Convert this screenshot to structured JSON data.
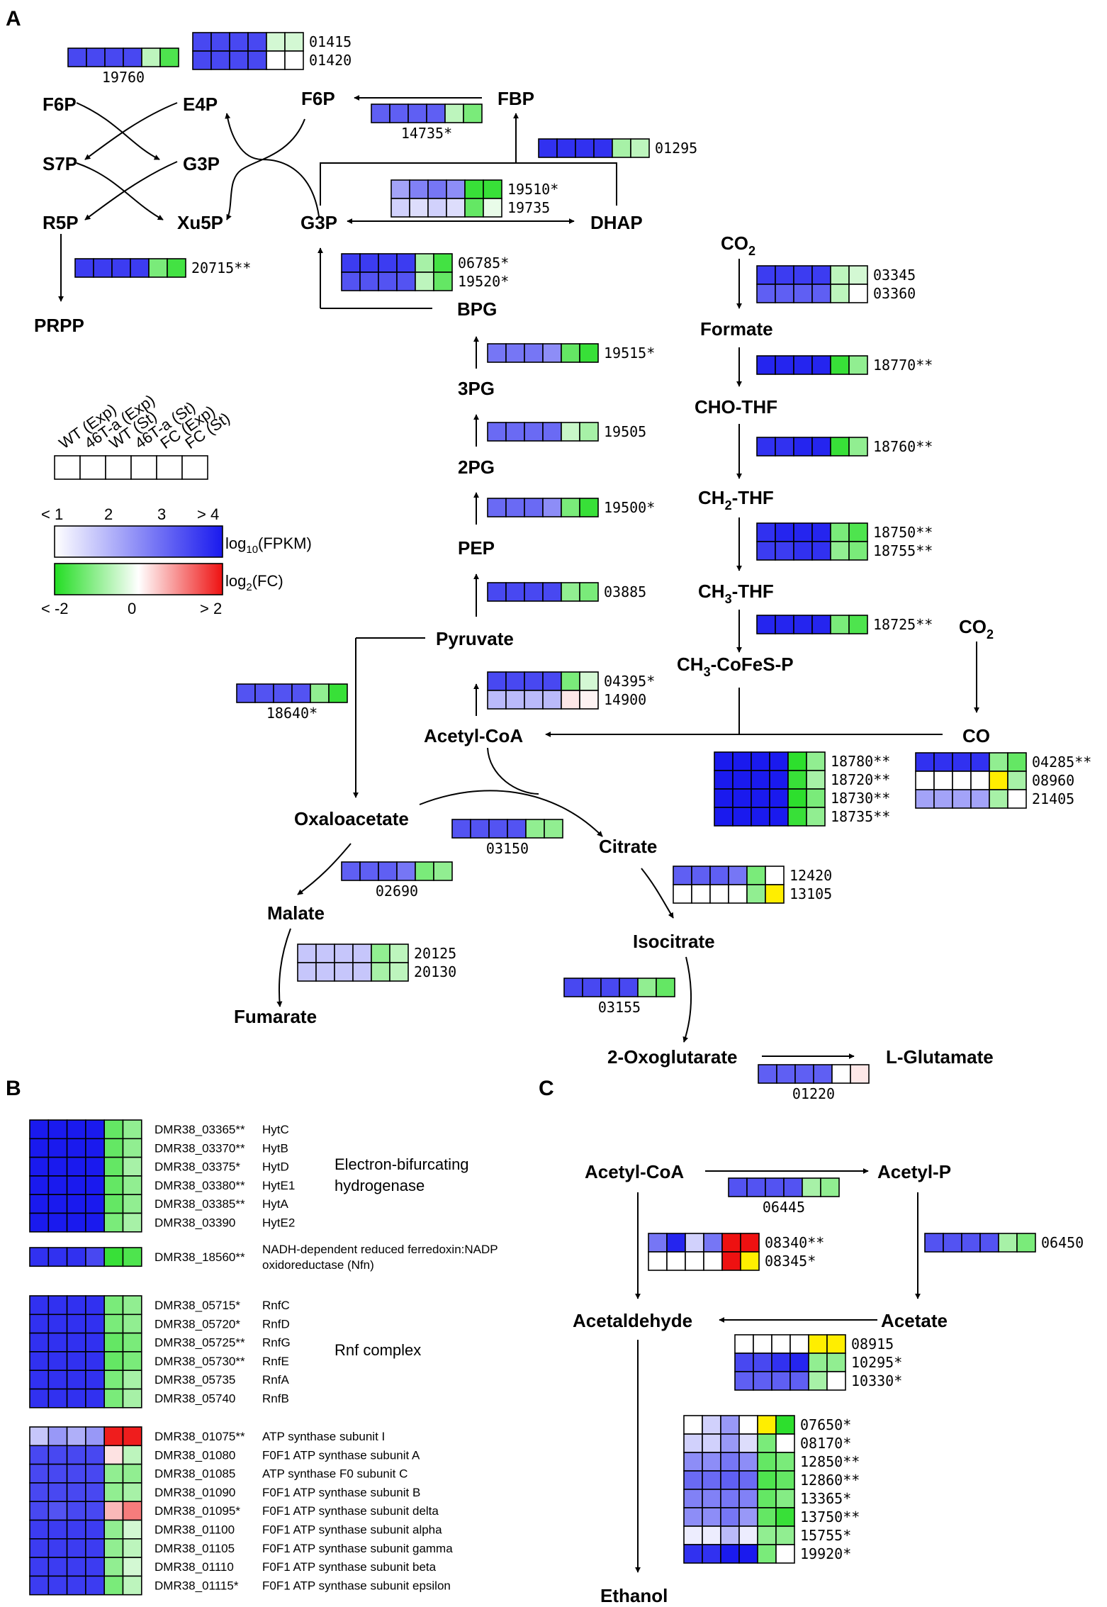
{
  "colors": {
    "fpkm_low": "#ffffff",
    "fpkm_high": "#1a1aee",
    "fc_low": "#22dd22",
    "fc_mid": "#ffffff",
    "fc_high": "#ee1111",
    "highlight": "#ffee00"
  },
  "panels": {
    "a": "A",
    "b": "B",
    "c": "C"
  },
  "metabolites": {
    "f6p_left": "F6P",
    "e4p": "E4P",
    "f6p_right": "F6P",
    "fbp": "FBP",
    "s7p": "S7P",
    "g3p_mid": "G3P",
    "r5p": "R5P",
    "xu5p": "Xu5P",
    "g3p": "G3P",
    "dhap": "DHAP",
    "prpp": "PRPP",
    "bpg": "BPG",
    "pg3": "3PG",
    "pg2": "2PG",
    "pep": "PEP",
    "pyruvate": "Pyruvate",
    "acetyl_coa": "Acetyl-CoA",
    "oxaloacetate": "Oxaloacetate",
    "citrate": "Citrate",
    "malate": "Malate",
    "isocitrate": "Isocitrate",
    "fumarate": "Fumarate",
    "oxoglutarate": "2-Oxoglutarate",
    "glutamate": "L-Glutamate",
    "formate": "Formate",
    "cho_thf": "CHO-THF",
    "co": "CO",
    "c_acetyl_coa": "Acetyl-CoA",
    "c_acetyl_p": "Acetyl-P",
    "c_acetaldehyde": "Acetaldehyde",
    "c_acetate": "Acetate",
    "c_ethanol": "Ethanol"
  },
  "formula_labels": {
    "co2_a": {
      "main": "CO",
      "sub": "2"
    },
    "co2_b": {
      "main": "CO",
      "sub": "2"
    },
    "ch2_thf": {
      "pre": "CH",
      "sub": "2",
      "post": "-THF"
    },
    "ch3_thf": {
      "pre": "CH",
      "sub": "3",
      "post": "-THF"
    },
    "ch3_cofes": {
      "pre": "CH",
      "sub": "3",
      "post": "-CoFeS-P"
    }
  },
  "legend": {
    "columns": [
      "WT (Exp)",
      "46T-a (Exp)",
      "WT (St)",
      "46T-a (St)",
      "FC (Exp)",
      "FC (St)"
    ],
    "fpkm_ticks": [
      "< 1",
      "2",
      "3",
      "> 4"
    ],
    "fpkm_label": {
      "pre": "log",
      "sub": "10",
      "post": "(FPKM)"
    },
    "fc_label": {
      "pre": "log",
      "sub": "2",
      "post": "(FC)"
    },
    "fc_ticks": [
      "< -2",
      "0",
      "> 2"
    ]
  },
  "heatmaps_a": [
    {
      "id": "g19760",
      "rows": [
        [
          0.8,
          0.8,
          0.8,
          0.8,
          -0.3,
          -0.8
        ]
      ],
      "labels": [
        "19760"
      ]
    },
    {
      "id": "g01415",
      "rows": [
        [
          0.8,
          0.8,
          0.8,
          0.8,
          -0.2,
          -0.2
        ],
        [
          0.8,
          0.8,
          0.8,
          0.8,
          0,
          0
        ]
      ],
      "labels": [
        "01415",
        "01420"
      ]
    },
    {
      "id": "g14735",
      "rows": [
        [
          0.7,
          0.7,
          0.7,
          0.7,
          -0.3,
          -0.6
        ]
      ],
      "labels": [
        "14735*"
      ]
    },
    {
      "id": "g01295",
      "rows": [
        [
          0.9,
          0.9,
          0.9,
          0.9,
          -0.4,
          -0.3
        ]
      ],
      "labels": [
        "01295"
      ]
    },
    {
      "id": "g19510",
      "rows": [
        [
          0.4,
          0.55,
          0.6,
          0.5,
          -0.9,
          -0.9
        ],
        [
          0.2,
          0.15,
          0.2,
          0.15,
          -0.7,
          -0.1
        ]
      ],
      "labels": [
        "19510*",
        "19735"
      ]
    },
    {
      "id": "g20715",
      "rows": [
        [
          0.85,
          0.85,
          0.85,
          0.85,
          -0.6,
          -0.85
        ]
      ],
      "labels": [
        "20715**"
      ]
    },
    {
      "id": "g06785",
      "rows": [
        [
          0.85,
          0.85,
          0.85,
          0.85,
          -0.4,
          -0.85
        ],
        [
          0.75,
          0.75,
          0.75,
          0.75,
          -0.3,
          -0.7
        ]
      ],
      "labels": [
        "06785*",
        "19520*"
      ]
    },
    {
      "id": "g03345",
      "rows": [
        [
          0.85,
          0.85,
          0.85,
          0.85,
          -0.3,
          -0.2
        ],
        [
          0.7,
          0.7,
          0.7,
          0.7,
          -0.3,
          0
        ]
      ],
      "labels": [
        "03345",
        "03360"
      ]
    },
    {
      "id": "g19515",
      "rows": [
        [
          0.6,
          0.6,
          0.6,
          0.5,
          -0.7,
          -0.9
        ]
      ],
      "labels": [
        "19515*"
      ]
    },
    {
      "id": "g18770",
      "rows": [
        [
          0.95,
          0.95,
          0.95,
          0.95,
          -0.9,
          -0.5
        ]
      ],
      "labels": [
        "18770**"
      ]
    },
    {
      "id": "g19505",
      "rows": [
        [
          0.65,
          0.65,
          0.65,
          0.65,
          -0.25,
          -0.4
        ]
      ],
      "labels": [
        "19505"
      ]
    },
    {
      "id": "g18760",
      "rows": [
        [
          0.9,
          0.9,
          0.95,
          0.95,
          -0.9,
          -0.5
        ]
      ],
      "labels": [
        "18760**"
      ]
    },
    {
      "id": "g19500",
      "rows": [
        [
          0.65,
          0.65,
          0.65,
          0.5,
          -0.6,
          -0.9
        ]
      ],
      "labels": [
        "19500*"
      ]
    },
    {
      "id": "g18750",
      "rows": [
        [
          0.9,
          0.95,
          0.95,
          0.95,
          -0.6,
          -0.8
        ],
        [
          0.85,
          0.85,
          0.9,
          0.9,
          -0.5,
          -0.6
        ]
      ],
      "labels": [
        "18750**",
        "18755**"
      ]
    },
    {
      "id": "g03885",
      "rows": [
        [
          0.8,
          0.8,
          0.8,
          0.8,
          -0.5,
          -0.6
        ]
      ],
      "labels": [
        "03885"
      ]
    },
    {
      "id": "g18725",
      "rows": [
        [
          0.95,
          0.95,
          0.95,
          0.95,
          -0.6,
          -0.8
        ]
      ],
      "labels": [
        "18725**"
      ]
    },
    {
      "id": "g18640",
      "rows": [
        [
          0.75,
          0.75,
          0.75,
          0.75,
          -0.5,
          -0.9
        ]
      ],
      "labels": [
        "18640*"
      ]
    },
    {
      "id": "g04395",
      "rows": [
        [
          0.8,
          0.8,
          0.8,
          0.8,
          -0.6,
          -0.2
        ],
        [
          0.3,
          0.3,
          0.3,
          0.3,
          0.1,
          0.05
        ]
      ],
      "labels": [
        "04395*",
        "14900"
      ]
    },
    {
      "id": "g18780",
      "rows": [
        [
          1,
          1,
          1,
          1,
          -0.95,
          -0.5
        ],
        [
          1,
          1,
          1,
          1,
          -0.9,
          -0.4
        ],
        [
          1,
          1,
          1,
          1,
          -0.95,
          -0.6
        ],
        [
          1,
          1,
          1,
          1,
          -0.9,
          -0.5
        ]
      ],
      "labels": [
        "18780**",
        "18720**",
        "18730**",
        "18735**"
      ]
    },
    {
      "id": "g04285",
      "rows": [
        [
          0.9,
          0.9,
          0.9,
          0.9,
          -0.5,
          -0.7
        ],
        [
          0,
          0,
          0,
          0,
          "y",
          -0.4
        ],
        [
          0.4,
          0.4,
          0.4,
          0.4,
          -0.4,
          0
        ]
      ],
      "labels": [
        "04285**",
        "08960",
        "21405"
      ]
    },
    {
      "id": "g03150",
      "rows": [
        [
          0.75,
          0.75,
          0.75,
          0.75,
          -0.5,
          -0.5
        ]
      ],
      "labels": [
        "03150"
      ]
    },
    {
      "id": "g02690",
      "rows": [
        [
          0.7,
          0.7,
          0.7,
          0.6,
          -0.6,
          -0.5
        ]
      ],
      "labels": [
        "02690"
      ]
    },
    {
      "id": "g12420",
      "rows": [
        [
          0.7,
          0.7,
          0.7,
          0.6,
          -0.6,
          0
        ],
        [
          0,
          0,
          0,
          0,
          -0.5,
          "y"
        ]
      ],
      "labels": [
        "12420",
        "13105"
      ]
    },
    {
      "id": "g20125",
      "rows": [
        [
          0.25,
          0.25,
          0.25,
          0.25,
          -0.5,
          -0.3
        ],
        [
          0.25,
          0.25,
          0.25,
          0.25,
          -0.4,
          -0.3
        ]
      ],
      "labels": [
        "20125",
        "20130"
      ]
    },
    {
      "id": "g03155",
      "rows": [
        [
          0.8,
          0.8,
          0.8,
          0.8,
          -0.5,
          -0.7
        ]
      ],
      "labels": [
        "03155"
      ]
    },
    {
      "id": "g01220",
      "rows": [
        [
          0.7,
          0.7,
          0.7,
          0.7,
          0,
          0.1
        ]
      ],
      "labels": [
        "01220"
      ]
    }
  ],
  "panel_b": {
    "groups": [
      {
        "name": "Electron-bifurcating hydrogenase",
        "name_lines": [
          "Electron-bifurcating",
          "hydrogenase"
        ],
        "rows": [
          {
            "id": "DMR38_03365**",
            "gene": "HytC",
            "values": [
              1,
              1,
              1,
              1,
              -0.7,
              -0.5
            ]
          },
          {
            "id": "DMR38_03370**",
            "gene": "HytB",
            "values": [
              1,
              1,
              1,
              1,
              -0.7,
              -0.5
            ]
          },
          {
            "id": "DMR38_03375*",
            "gene": "HytD",
            "values": [
              1,
              1,
              1,
              1,
              -0.7,
              -0.4
            ]
          },
          {
            "id": "DMR38_03380**",
            "gene": "HytE1",
            "values": [
              1,
              1,
              1,
              1,
              -0.7,
              -0.5
            ]
          },
          {
            "id": "DMR38_03385**",
            "gene": "HytA",
            "values": [
              1,
              1,
              1,
              1,
              -0.7,
              -0.5
            ]
          },
          {
            "id": "DMR38_03390",
            "gene": "HytE2",
            "values": [
              1,
              1,
              1,
              1,
              -0.6,
              -0.4
            ]
          }
        ]
      },
      {
        "name": "NADH-dependent reduced ferredoxin:NADP oxidoreductase (Nfn)",
        "name_lines": [],
        "rows": [
          {
            "id": "DMR38_18560**",
            "gene": "NADH-dependent reduced ferredoxin:NADP oxidoreductase (Nfn)",
            "values": [
              0.9,
              0.9,
              0.9,
              0.8,
              -0.9,
              -0.8
            ]
          }
        ]
      },
      {
        "name": "Rnf complex",
        "name_lines": [
          "Rnf complex"
        ],
        "rows": [
          {
            "id": "DMR38_05715*",
            "gene": "RnfC",
            "values": [
              0.9,
              0.9,
              0.9,
              0.9,
              -0.6,
              -0.5
            ]
          },
          {
            "id": "DMR38_05720*",
            "gene": "RnfD",
            "values": [
              0.9,
              0.9,
              0.9,
              0.9,
              -0.6,
              -0.5
            ]
          },
          {
            "id": "DMR38_05725**",
            "gene": "RnfG",
            "values": [
              0.9,
              0.9,
              0.9,
              0.9,
              -0.7,
              -0.6
            ]
          },
          {
            "id": "DMR38_05730**",
            "gene": "RnfE",
            "values": [
              0.9,
              0.9,
              0.9,
              0.9,
              -0.7,
              -0.6
            ]
          },
          {
            "id": "DMR38_05735",
            "gene": "RnfA",
            "values": [
              0.9,
              0.9,
              0.9,
              0.9,
              -0.6,
              -0.4
            ]
          },
          {
            "id": "DMR38_05740",
            "gene": "RnfB",
            "values": [
              0.9,
              0.9,
              0.9,
              0.9,
              -0.6,
              -0.4
            ]
          }
        ]
      },
      {
        "name": "",
        "name_lines": [],
        "rows": [
          {
            "id": "DMR38_01075**",
            "gene": "ATP synthase subunit I",
            "values": [
              0.25,
              0.45,
              0.35,
              0.45,
              0.95,
              0.95
            ]
          },
          {
            "id": "DMR38_01080",
            "gene": "F0F1 ATP synthase subunit A",
            "values": [
              0.8,
              0.8,
              0.8,
              0.8,
              0.12,
              -0.3
            ]
          },
          {
            "id": "DMR38_01085",
            "gene": "ATP synthase F0 subunit C",
            "values": [
              0.8,
              0.8,
              0.8,
              0.8,
              -0.5,
              -0.5
            ]
          },
          {
            "id": "DMR38_01090",
            "gene": "F0F1 ATP synthase subunit B",
            "values": [
              0.8,
              0.8,
              0.8,
              0.8,
              -0.5,
              -0.4
            ]
          },
          {
            "id": "DMR38_01095*",
            "gene": "F0F1 ATP synthase subunit delta",
            "values": [
              0.8,
              0.75,
              0.8,
              0.8,
              0.3,
              0.55
            ]
          },
          {
            "id": "DMR38_01100",
            "gene": "F0F1 ATP synthase subunit alpha",
            "values": [
              0.85,
              0.85,
              0.85,
              0.85,
              -0.5,
              -0.2
            ]
          },
          {
            "id": "DMR38_01105",
            "gene": "F0F1 ATP synthase subunit gamma",
            "values": [
              0.85,
              0.85,
              0.85,
              0.85,
              -0.5,
              -0.3
            ]
          },
          {
            "id": "DMR38_01110",
            "gene": "F0F1 ATP synthase subunit beta",
            "values": [
              0.85,
              0.85,
              0.85,
              0.85,
              -0.5,
              -0.2
            ]
          },
          {
            "id": "DMR38_01115*",
            "gene": "F0F1 ATP synthase subunit epsilon",
            "values": [
              0.85,
              0.85,
              0.85,
              0.85,
              -0.6,
              -0.3
            ]
          }
        ]
      }
    ]
  },
  "heatmaps_c": [
    {
      "id": "g06445",
      "rows": [
        [
          0.75,
          0.75,
          0.75,
          0.75,
          -0.4,
          -0.5
        ]
      ],
      "labels": [
        "06445"
      ]
    },
    {
      "id": "g06450",
      "rows": [
        [
          0.75,
          0.75,
          0.75,
          0.75,
          -0.4,
          -0.6
        ]
      ],
      "labels": [
        "06450"
      ]
    },
    {
      "id": "g08340",
      "rows": [
        [
          0.6,
          0.95,
          0.2,
          0.6,
          1,
          1
        ],
        [
          0,
          0,
          0,
          0,
          1,
          "y"
        ]
      ],
      "labels": [
        "08340**",
        "08345*"
      ]
    },
    {
      "id": "g08915",
      "rows": [
        [
          0,
          0,
          0,
          0,
          "y",
          "y"
        ],
        [
          0.8,
          0.8,
          0.9,
          0.95,
          -0.5,
          -0.5
        ],
        [
          0.7,
          0.7,
          0.7,
          0.7,
          -0.4,
          0
        ]
      ],
      "labels": [
        "08915",
        "10295*",
        "10330*"
      ]
    },
    {
      "id": "g07650",
      "rows": [
        [
          0,
          0.2,
          0.45,
          0,
          "y",
          -0.95
        ],
        [
          0.2,
          0.2,
          0.45,
          0.15,
          -0.6,
          0
        ],
        [
          0.5,
          0.5,
          0.6,
          0.5,
          -0.7,
          -0.6
        ],
        [
          0.65,
          0.65,
          0.7,
          0.65,
          -0.8,
          -0.7
        ],
        [
          0.55,
          0.55,
          0.6,
          0.55,
          -0.7,
          -0.55
        ],
        [
          0.5,
          0.5,
          0.6,
          0.45,
          -0.7,
          -0.9
        ],
        [
          0.08,
          0.08,
          0.3,
          0.08,
          -0.5,
          -0.5
        ],
        [
          0.9,
          0.9,
          1,
          1,
          -0.6,
          0
        ]
      ],
      "labels": [
        "07650*",
        "08170*",
        "12850**",
        "12860**",
        "13365*",
        "13750**",
        "15755*",
        "19920*"
      ]
    }
  ]
}
